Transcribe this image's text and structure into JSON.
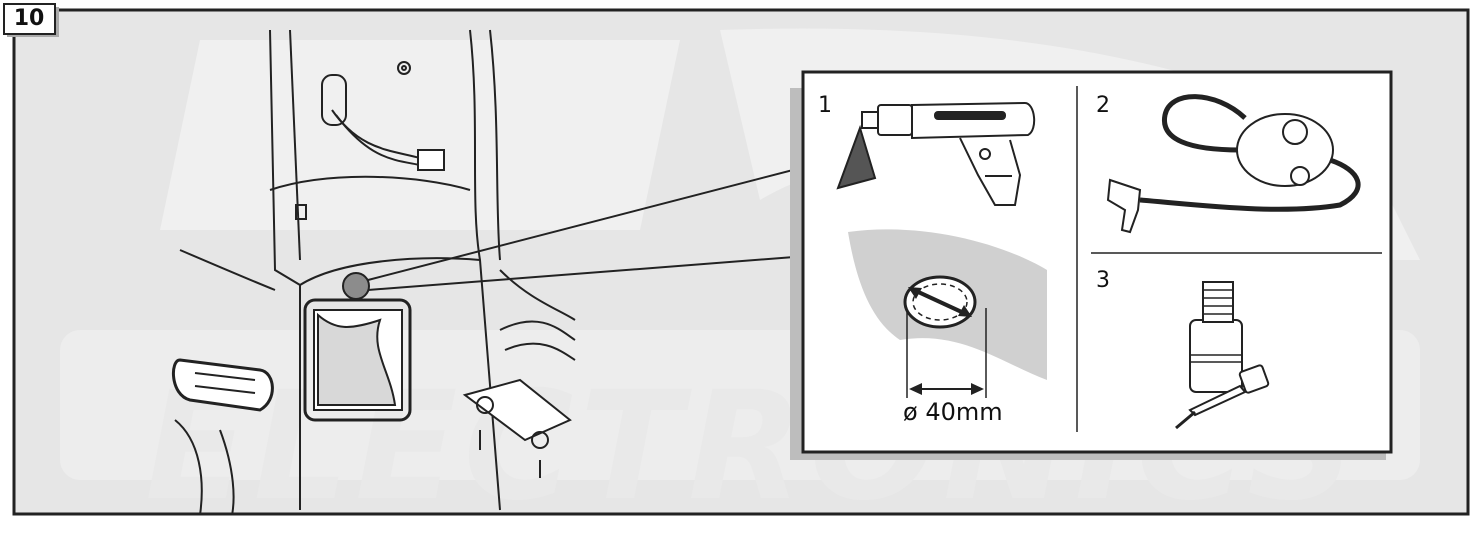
{
  "figure": {
    "step_number": "10",
    "watermark_text": "ELECTRONICS",
    "panel_labels": [
      "1",
      "2",
      "3"
    ],
    "hole_dimension": "ø 40mm"
  },
  "colors": {
    "background": "#e6e6e6",
    "line": "#222222",
    "shadow": "#bdbdbd",
    "marker": "#8c8c8c"
  }
}
